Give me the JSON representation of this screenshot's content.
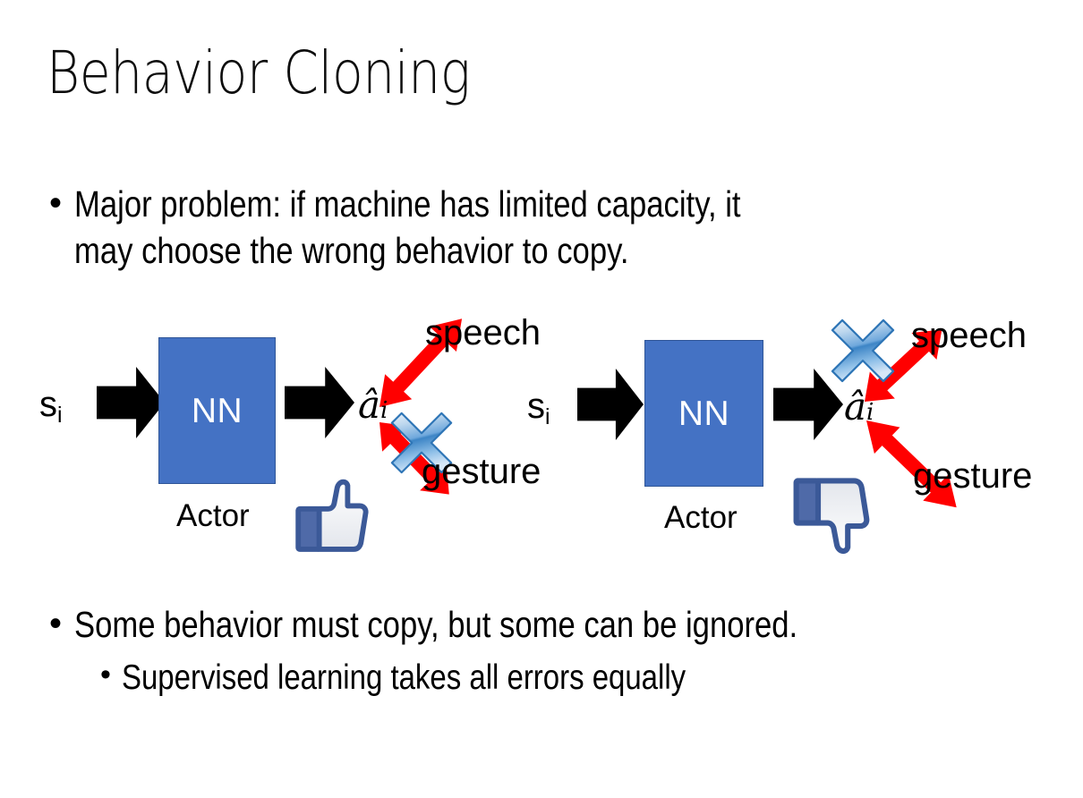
{
  "slide": {
    "title": "Behavior Cloning",
    "bullets": [
      {
        "marker": "•",
        "text": "Major problem: if machine has limited capacity, it\nmay choose the wrong behavior to copy.",
        "level": 1
      },
      {
        "marker": "•",
        "text": "Some behavior must copy, but some can be ignored.",
        "level": 1
      },
      {
        "marker": "•",
        "text": "Supervised learning takes all errors equally",
        "level": 2
      }
    ]
  },
  "colors": {
    "nn_box_fill": "#4472C4",
    "nn_box_border": "#2F5597",
    "arrow_black": "#000000",
    "arrow_red": "#FF0000",
    "cross_blue": "#5B9BD5",
    "thumb_blue": "#3B5998",
    "text_black": "#000000",
    "background": "#FFFFFF"
  },
  "diagrams": [
    {
      "id": "left",
      "input_label": "s",
      "input_sub": "i",
      "box_label": "NN",
      "box_caption": "Actor",
      "output_label": "â",
      "output_sub": "i",
      "branches": [
        {
          "name": "speech",
          "label": "speech",
          "direction": "up-right",
          "crossed": false
        },
        {
          "name": "gesture",
          "label": "gesture",
          "direction": "down-right",
          "crossed": true
        }
      ],
      "verdict_icon": "thumbs-up-icon"
    },
    {
      "id": "right",
      "input_label": "s",
      "input_sub": "i",
      "box_label": "NN",
      "box_caption": "Actor",
      "output_label": "â",
      "output_sub": "i",
      "branches": [
        {
          "name": "speech",
          "label": "speech",
          "direction": "up-right",
          "crossed": true
        },
        {
          "name": "gesture",
          "label": "gesture",
          "direction": "down-right",
          "crossed": false
        }
      ],
      "verdict_icon": "thumbs-down-icon"
    }
  ]
}
